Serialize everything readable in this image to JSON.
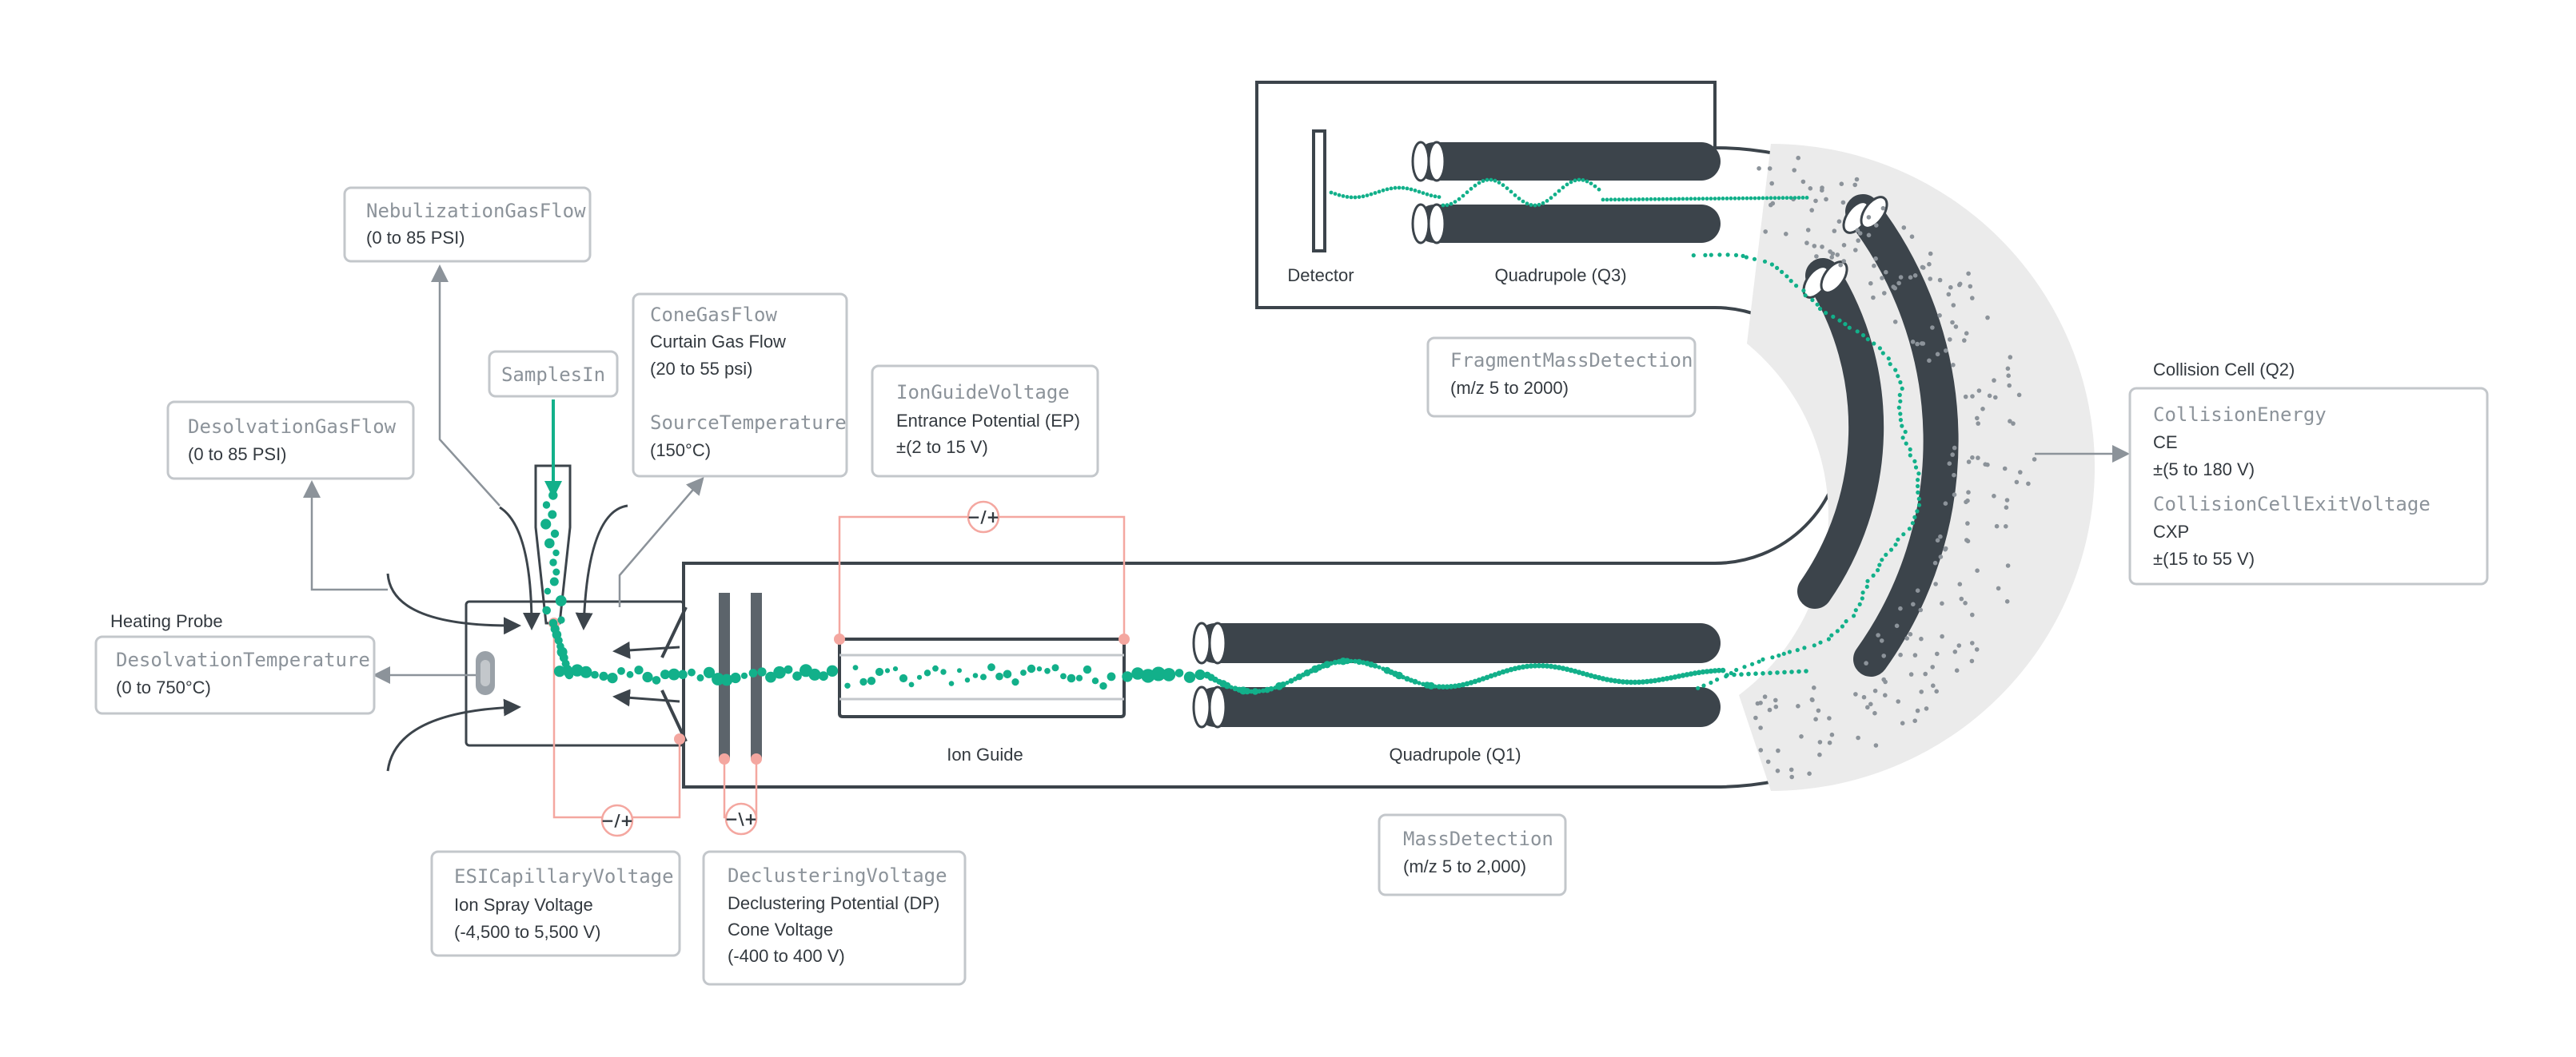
{
  "colors": {
    "ion": "#12b08a",
    "dark": "#3c444b",
    "line": "#3c444b",
    "annotation": "#8c939a",
    "voltage": "#f4a7a0",
    "box_border": "#c3c7cb",
    "collision_fill": "#ebebeb"
  },
  "icons": [
    "arrow-icon",
    "plus-minus-icon"
  ],
  "parameters": {
    "nebulization_gas_flow": {
      "name": "NebulizationGasFlow",
      "range": "(0 to 85 PSI)"
    },
    "samples_in": {
      "name": "SamplesIn"
    },
    "desolvation_gas_flow": {
      "name": "DesolvationGasFlow",
      "range": "(0 to 85 PSI)"
    },
    "cone_gas_flow": {
      "name": "ConeGasFlow",
      "desc": "Curtain Gas Flow",
      "range": "(20 to 55 psi)"
    },
    "source_temperature": {
      "name": "SourceTemperature",
      "range": "(150°C)"
    },
    "ion_guide_voltage": {
      "name": "IonGuideVoltage",
      "desc": "Entrance Potential (EP)",
      "range": "±(2 to 15 V)"
    },
    "fragment_mass_detection": {
      "name": "FragmentMassDetection",
      "range": "(m/z 5 to 2000)"
    },
    "desolvation_temperature": {
      "name": "DesolvationTemperature",
      "range": "(0 to 750°C)"
    },
    "esi_capillary_voltage": {
      "name": "ESICapillaryVoltage",
      "desc": "Ion Spray Voltage",
      "range": "(-4,500 to 5,500 V)"
    },
    "declustering_voltage": {
      "name": "DeclusteringVoltage",
      "desc": "Declustering Potential (DP)",
      "desc2": "Cone Voltage",
      "range": "(-400 to 400 V)"
    },
    "mass_detection": {
      "name": "MassDetection",
      "range": "(m/z 5 to 2,000)"
    },
    "collision_energy": {
      "name": "CollisionEnergy",
      "abbr": "CE",
      "range": "±(5 to 180 V)"
    },
    "collision_cell_exit_voltage": {
      "name": "CollisionCellExitVoltage",
      "abbr": "CXP",
      "range": "±(15 to 55 V)"
    }
  },
  "labels": {
    "heating_probe": "Heating Probe",
    "ion_guide": "Ion Guide",
    "quadrupole_q1": "Quadrupole (Q1)",
    "quadrupole_q3": "Quadrupole (Q3)",
    "detector": "Detector",
    "collision_cell": "Collision Cell (Q2)"
  },
  "voltage_symbols": {
    "esi": "−/+",
    "declustering": "−\\+",
    "ion_guide": "−/+"
  }
}
